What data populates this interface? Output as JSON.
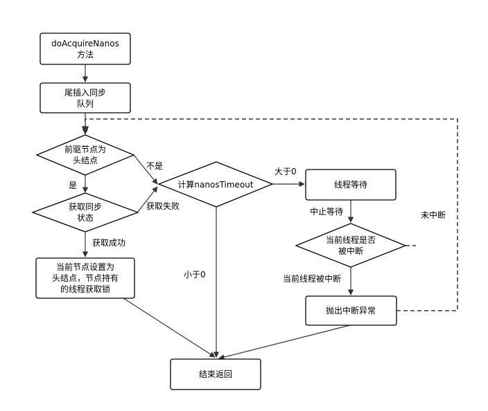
{
  "nodes": {
    "start": [
      "doAcquireNanos",
      "方法"
    ],
    "enqueue": [
      "尾插入同步",
      "队列"
    ],
    "pred_is_head": [
      "前驱节点为",
      "头结点"
    ],
    "acquire_state": [
      "获取同步",
      "状态"
    ],
    "set_head": [
      "当前节点设置为",
      "头结点，节点持有",
      "的线程获取锁"
    ],
    "calc_timeout": [
      "计算nanosTimeout"
    ],
    "thread_wait": [
      "线程等待"
    ],
    "is_interrupted": [
      "当前线程是否",
      "被中断"
    ],
    "throw_interrupt": [
      "抛出中断异常"
    ],
    "end": [
      "结束返回"
    ]
  },
  "edge_labels": {
    "not_head": "不是",
    "yes": "是",
    "acquire_fail": "获取失败",
    "acquire_success": "获取成功",
    "greater_than_zero": "大于0",
    "less_than_zero": "小于0",
    "stop_wait": "中止等待",
    "not_interrupted": "未中断",
    "interrupted": "当前线程被中断"
  }
}
